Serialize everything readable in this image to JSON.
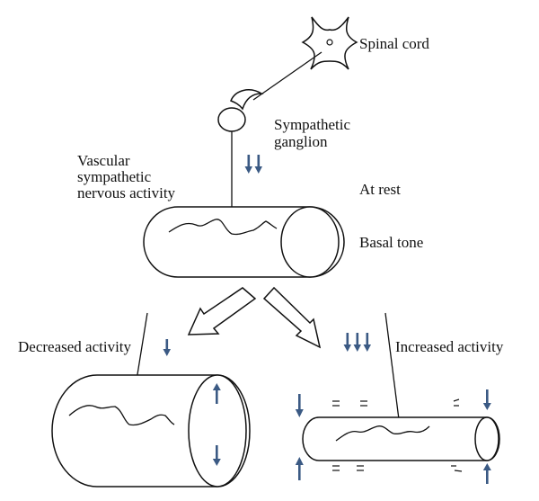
{
  "labels": {
    "spinal_cord": "Spinal cord",
    "ganglion_line1": "Sympathetic",
    "ganglion_line2": "ganglion",
    "vsna_line1": "Vascular",
    "vsna_line2": "sympathetic",
    "vsna_line3": "nervous activity",
    "at_rest": "At rest",
    "basal_tone": "Basal tone",
    "decreased": "Decreased activity",
    "increased": "Increased activity"
  },
  "colors": {
    "activity_arrow": "#3b5a84",
    "line": "#111111"
  },
  "icons": {
    "activity_arrow": "down-arrow",
    "vessel_tone_arrow": "up-down-arrow"
  },
  "activity_arrow_counts": {
    "rest": 2,
    "decreased": 1,
    "increased": 3
  }
}
